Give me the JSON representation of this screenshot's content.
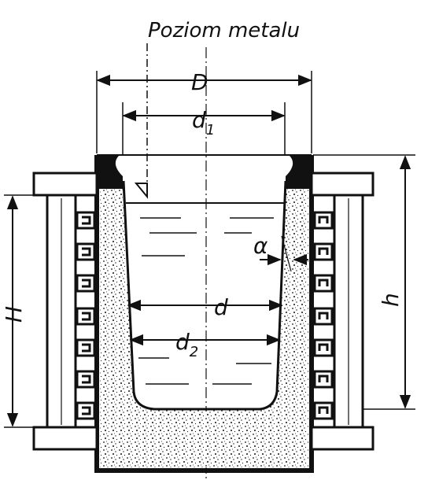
{
  "diagram": {
    "title": "Poziom metalu",
    "labels": {
      "D": "D",
      "d1": "d",
      "d1_sub": "1",
      "d": "d",
      "d2": "d",
      "d2_sub": "2",
      "alpha": "α",
      "h": "h",
      "H": "H"
    },
    "colors": {
      "ink": "#111111",
      "paper": "#ffffff"
    }
  }
}
